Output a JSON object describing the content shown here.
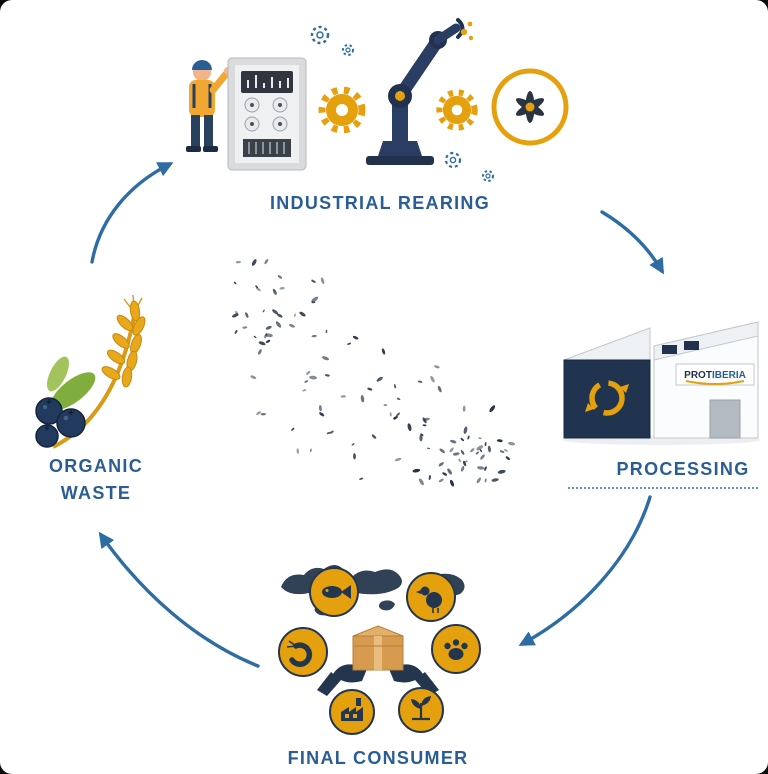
{
  "stages": {
    "industrial_rearing": {
      "label": "INDUSTRIAL REARING"
    },
    "processing": {
      "label": "PROCESSING",
      "sign_prefix": "PROT",
      "sign_suffix": "IBERIA"
    },
    "final_consumer": {
      "label": "FINAL CONSUMER"
    },
    "organic_waste": {
      "label_line1": "ORGANIC",
      "label_line2": "WASTE"
    }
  },
  "flow": {
    "direction": "clockwise",
    "arrows": [
      "organic-waste-to-industrial-rearing",
      "industrial-rearing-to-processing",
      "processing-to-final-consumer",
      "final-consumer-to-organic-waste"
    ]
  },
  "icons": {
    "industrial_rearing": [
      "worker-figure",
      "control-cabinet-icon",
      "gear-icon",
      "gear-outline-icon",
      "robot-arm-icon",
      "quality-badge-icon"
    ],
    "processing": [
      "factory-building-icon",
      "recycle-arrows-icon"
    ],
    "final_consumer": [
      "world-map-icon",
      "fish-icon",
      "poultry-icon",
      "shrimp-icon",
      "pet-paw-icon",
      "factory-icon",
      "crops-icon",
      "package-box-icon",
      "hands-icon"
    ],
    "organic_waste": [
      "wheat-icon",
      "leaf-icon",
      "blueberries-icon"
    ],
    "center": [
      "insect-swarm-illustration"
    ]
  },
  "colors": {
    "label_blue": "#2b5d95",
    "arrow_blue": "#2e6da4",
    "gold": "#e5a00d",
    "navy": "#22324e",
    "leaf_green": "#7fae3f",
    "box_tan": "#d79b4f",
    "background": "#ffffff"
  }
}
